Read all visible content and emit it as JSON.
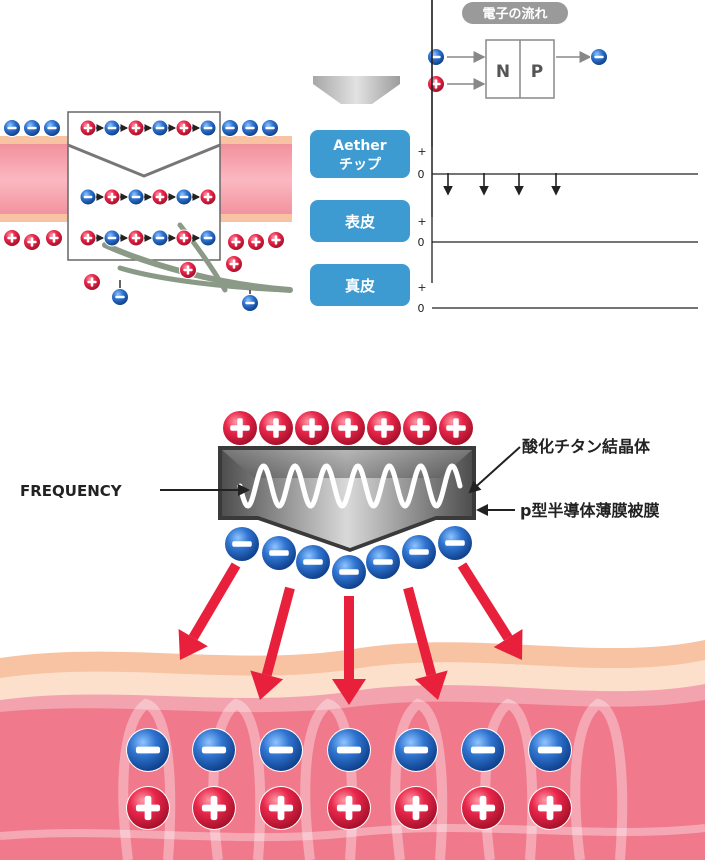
{
  "top": {
    "flow_badge": "電子の流れ",
    "np_left": "N",
    "np_right": "P",
    "rows": [
      {
        "label_line1": "Aether",
        "label_line2": "チップ"
      },
      {
        "label_line1": "表皮",
        "label_line2": ""
      },
      {
        "label_line1": "真皮",
        "label_line2": ""
      }
    ],
    "axis_plus": "+",
    "axis_zero": "0",
    "axis_minus": "-"
  },
  "bottom": {
    "frequency_label": "FREQUENCY",
    "crystal_label": "酸化チタン結晶体",
    "film_label": "p型半導体薄膜被膜"
  },
  "colors": {
    "positive": "#e8264a",
    "negative": "#2462b8",
    "badge": "#3d9bd1",
    "skin_pink": "#f07a8c",
    "skin_peach": "#f7c3a3",
    "arrow_red": "#e8203c",
    "nerve": "#8a9a86"
  }
}
